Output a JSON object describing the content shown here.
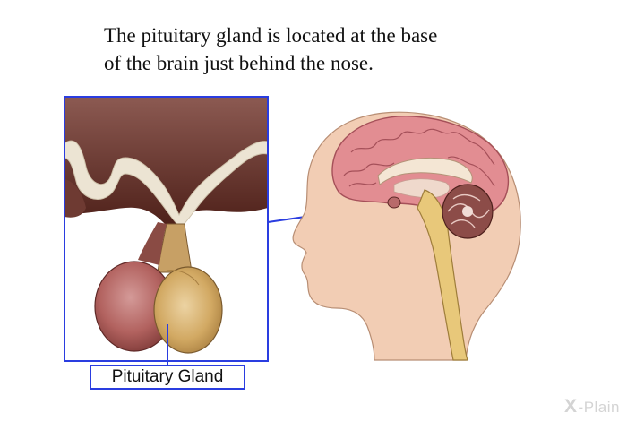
{
  "caption": {
    "line1": "The pituitary gland is located at the base",
    "line2": "of the brain just behind the nose."
  },
  "callout_label": "Pituitary Gland",
  "brand": {
    "mark": "X",
    "name": "-Plain"
  },
  "colors": {
    "callout_blue": "#2a3de0",
    "skin": "#f2cdb4",
    "brain_pink": "#e28d92",
    "gland_red": "#b86a6b",
    "gland_tan": "#d4ad6e",
    "tissue_dark": "#5c2b23",
    "spinal_yellow": "#e8c87a"
  }
}
